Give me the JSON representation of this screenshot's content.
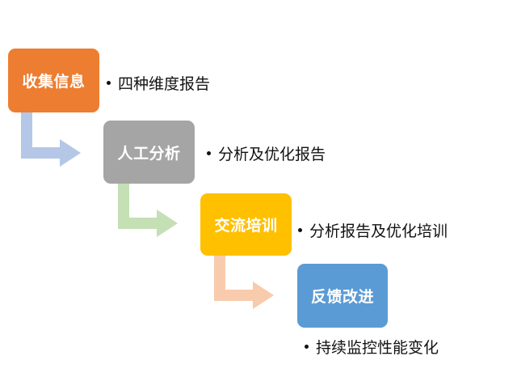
{
  "steps": [
    {
      "label": "收集信息",
      "note": "四种维度报告",
      "color": "#ed7d31"
    },
    {
      "label": "人工分析",
      "note": "分析及优化报告",
      "color": "#a5a5a5"
    },
    {
      "label": "交流培训",
      "note": "分析报告及优化培训",
      "color": "#ffc000"
    },
    {
      "label": "反馈改进",
      "note": "持续监控性能变化",
      "color": "#5b9bd5"
    }
  ],
  "arrows": [
    {
      "color": "#b4c7e7"
    },
    {
      "color": "#c5e0b4"
    },
    {
      "color": "#f8cbad"
    }
  ]
}
